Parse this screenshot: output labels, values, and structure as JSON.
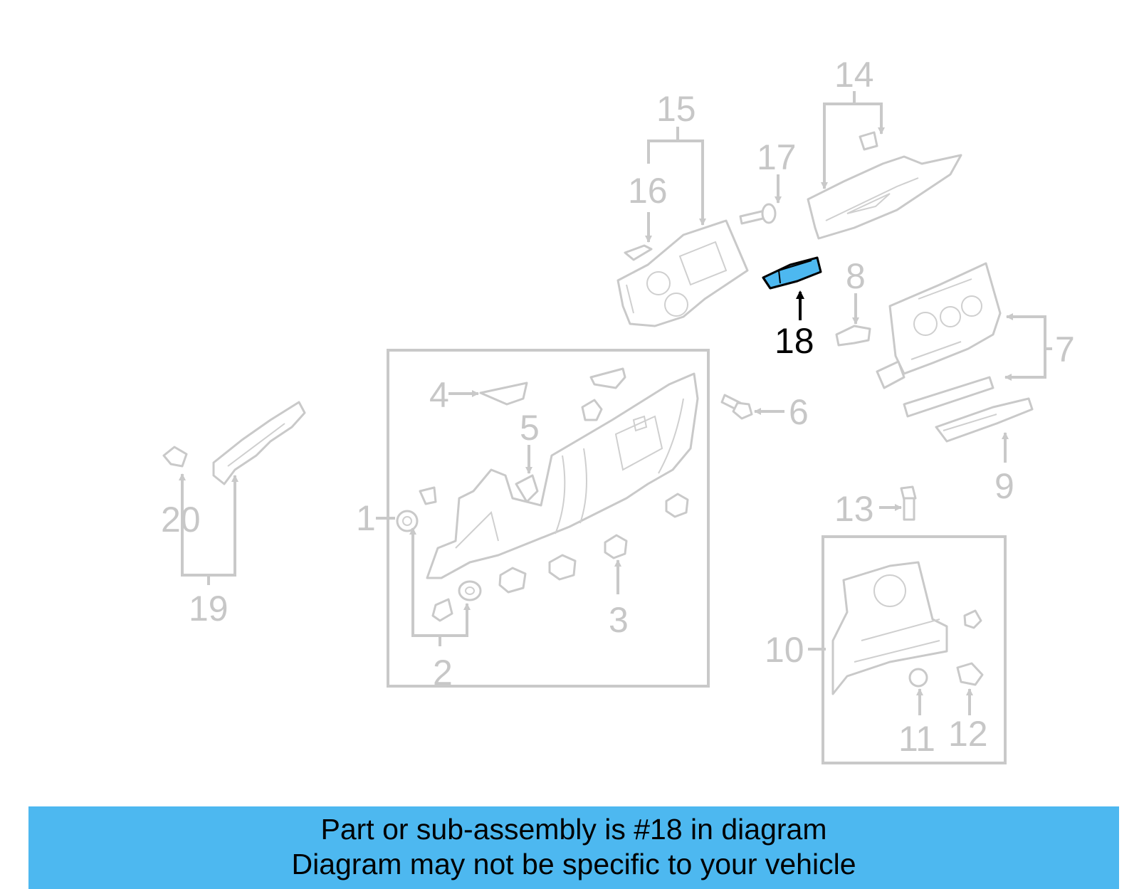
{
  "diagram": {
    "highlight_color": "#4db8f0",
    "highlighted_callout": "18",
    "callouts": {
      "c1": "1",
      "c2": "2",
      "c3": "3",
      "c4": "4",
      "c5": "5",
      "c6": "6",
      "c7": "7",
      "c8": "8",
      "c9": "9",
      "c10": "10",
      "c11": "11",
      "c12": "12",
      "c13": "13",
      "c14": "14",
      "c15": "15",
      "c16": "16",
      "c17": "17",
      "c18": "18",
      "c19": "19",
      "c20": "20"
    }
  },
  "banner": {
    "line1": "Part or sub-assembly is #18 in diagram",
    "line2": "Diagram may not be specific to your vehicle",
    "background": "#4db8f0"
  }
}
